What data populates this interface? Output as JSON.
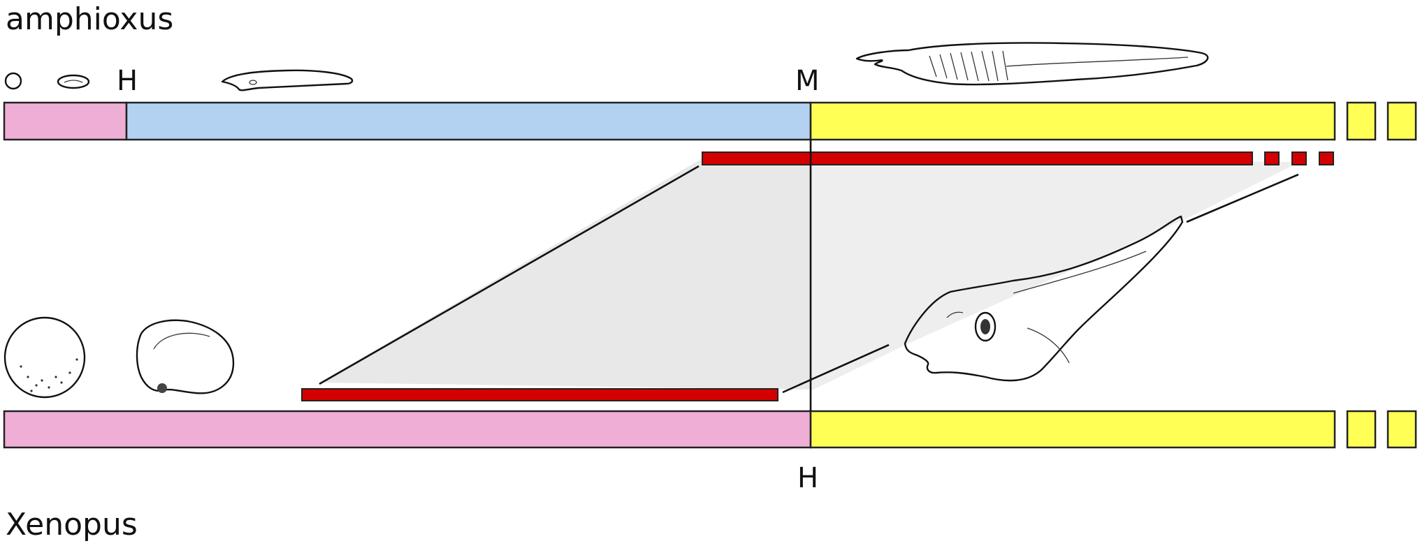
{
  "labels": {
    "amphioxus": "amphioxus",
    "xenopus": "Xenopus",
    "amphioxus_hatching": "H",
    "amphioxus_metamorphosis": "M",
    "xenopus_hatching": "H"
  },
  "colors": {
    "embryo_stage": "#efaed6",
    "larval_stage": "#b3d2f1",
    "juvenile_stage": "#ffff55",
    "expression_bar": "#d40000",
    "shaded_region": "#e8e8e8"
  }
}
